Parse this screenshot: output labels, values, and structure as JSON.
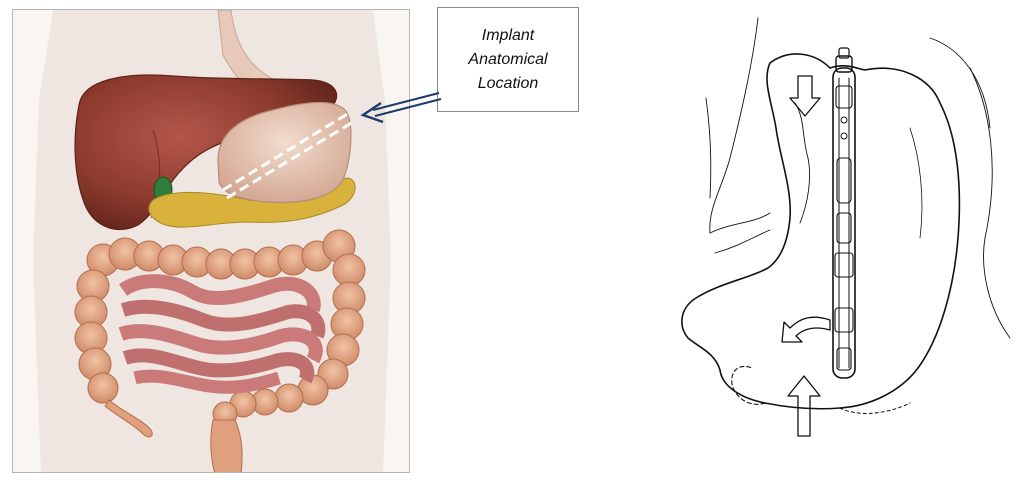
{
  "callout": {
    "lines": [
      "Implant",
      "Anatomical",
      "Location"
    ]
  },
  "colors": {
    "liver": "#8c3b2e",
    "stomach": "#e3c1b1",
    "pancreas": "#d8b23a",
    "gallbladder": "#2f7d3a",
    "large_intestine": "#e0a07e",
    "small_intestine": "#c97a79",
    "implant_marker": "#ffffff",
    "callout_arrow": "#1f3a6b"
  },
  "figure": {
    "left_panel": "anatomical-illustration",
    "right_panel": "line-drawing-of-stomach-with-implant"
  }
}
